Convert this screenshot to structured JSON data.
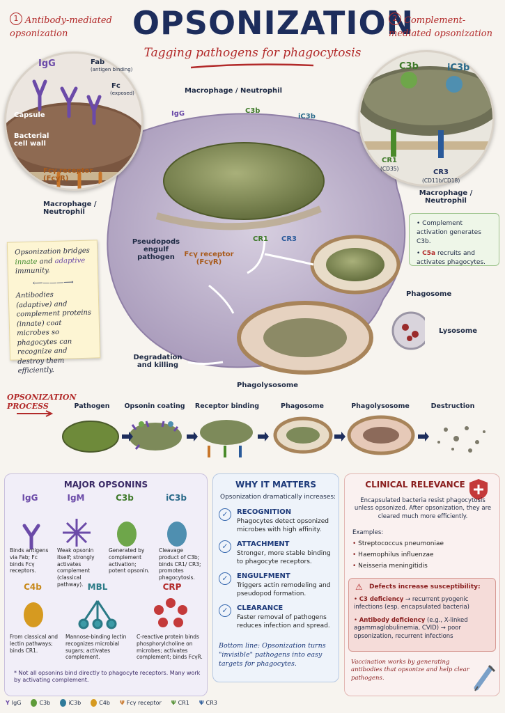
{
  "header": {
    "title": "OPSONIZATION",
    "subtitle": "Tagging pathogens for phagocytosis",
    "left_num": "1",
    "left_heading": "Antibody-mediated opsonization",
    "right_num": "2",
    "right_heading": "Complement-mediated opsonization"
  },
  "left_inset": {
    "igg": "IgG",
    "fab": "Fab",
    "fab_sub": "(antigen binding)",
    "fc": "Fc",
    "fc_sub": "(exposed)",
    "capsule": "Capsule",
    "cell_wall": "Bacterial cell wall",
    "fcr": "Fcγ receptor (FcγR)",
    "cell": "Macrophage / Neutrophil"
  },
  "right_inset": {
    "c3b": "C3b",
    "ic3b": "iC3b",
    "cr1": "CR1",
    "cr1_sub": "(CD35)",
    "cr3": "CR3",
    "cr3_sub": "(CD11b/CD18)",
    "cell": "Macrophage / Neutrophil"
  },
  "center": {
    "cell": "Macrophage / Neutrophil",
    "igg": "IgG",
    "c3b": "C3b",
    "ic3b": "iC3b",
    "pseudopods": "Pseudopods engulf pathogen",
    "fcr": "Fcγ receptor (FcγR)",
    "cr1": "CR1",
    "cr3": "CR3",
    "phagosome": "Phagosome",
    "lysosome": "Lysosome",
    "degradation": "Degradation and killing",
    "phagolysosome": "Phagolysosome"
  },
  "note": {
    "line1_a": "Opsonization bridges",
    "innate": "innate",
    "and": "and",
    "adaptive": "adaptive",
    "line1_b": "immunity.",
    "line2": "Antibodies (adaptive) and complement proteins (innate) coat microbes so phagocytes can recognize and destroy them efficiently."
  },
  "complement_box": {
    "item1": "Complement activation generates C3b.",
    "item2_bold": "C5a",
    "item2": "recruits and activates phagocytes."
  },
  "process": {
    "heading": "OPSONIZATION PROCESS",
    "steps": [
      "Pathogen",
      "Opsonin coating",
      "Receptor binding",
      "Phagosome",
      "Phagolysosome",
      "Destruction"
    ]
  },
  "opsonins": {
    "heading": "MAJOR OPSONINS",
    "items": [
      {
        "name": "IgG",
        "desc": "Binds antigens via Fab; Fc binds Fcγ receptors.",
        "color": "#6b4aa8"
      },
      {
        "name": "IgM",
        "desc": "Weak opsonin itself; strongly activates complement (classical pathway).",
        "color": "#6b4aa8"
      },
      {
        "name": "C3b",
        "desc": "Generated by complement activation; potent opsonin.",
        "color": "#3f7a2a"
      },
      {
        "name": "iC3b",
        "desc": "Cleavage product of C3b; binds CR1/ CR3; promotes phagocytosis.",
        "color": "#2a6a8a"
      },
      {
        "name": "C4b",
        "desc": "From classical and lectin pathways; binds CR1.",
        "color": "#c7881a"
      },
      {
        "name": "MBL",
        "desc": "Mannose-binding lectin recognizes microbial sugars; activates complement.",
        "color": "#2a7a86"
      },
      {
        "name": "CRP",
        "desc": "C-reactive protein binds phosphorylcholine on microbes; activates complement; binds FcγR.",
        "color": "#b22a2a"
      }
    ],
    "footnote": "* Not all opsonins bind directly to phagocyte receptors. Many work by activating complement."
  },
  "why": {
    "heading": "WHY IT MATTERS",
    "intro": "Opsonization dramatically increases:",
    "items": [
      {
        "head": "RECOGNITION",
        "text": "Phagocytes detect opsonized microbes with high affinity."
      },
      {
        "head": "ATTACHMENT",
        "text": "Stronger, more stable binding to phagocyte receptors."
      },
      {
        "head": "ENGULFMENT",
        "text": "Triggers actin remodeling and pseudopod formation."
      },
      {
        "head": "CLEARANCE",
        "text": "Faster removal of pathogens reduces infection and spread."
      }
    ],
    "bottom": "Bottom line: Opsonization turns \"invisible\" pathogens into easy targets for phagocytes."
  },
  "clinical": {
    "heading": "CLINICAL RELEVANCE",
    "intro": "Encapsulated bacteria resist phagocytosis unless opsonized. After opsonization, they are cleared much more efficiently.",
    "examples_label": "Examples:",
    "examples": [
      "Streptococcus pneumoniae",
      "Haemophilus influenzae",
      "Neisseria meningitidis"
    ],
    "defects_head": "Defects increase susceptibility:",
    "defect1_bold": "C3 deficiency",
    "defect1": "→ recurrent pyogenic infections (esp. encapsulated bacteria)",
    "defect2_bold": "Antibody deficiency",
    "defect2": "(e.g., X-linked agammaglobulinemia, CVID) → poor opsonization, recurrent infections",
    "vaccine": "Vaccination works by generating antibodies that opsonize and help clear pathogens."
  },
  "legend": [
    {
      "label": "IgG",
      "color": "#6b4aa8"
    },
    {
      "label": "C3b",
      "color": "#5e9b3a"
    },
    {
      "label": "iC3b",
      "color": "#2f7a9a"
    },
    {
      "label": "C4b",
      "color": "#d69a20"
    },
    {
      "label": "Fcγ receptor",
      "color": "#c8762a"
    },
    {
      "label": "CR1",
      "color": "#4a8a2a"
    },
    {
      "label": "CR3",
      "color": "#2a5a9a"
    }
  ]
}
